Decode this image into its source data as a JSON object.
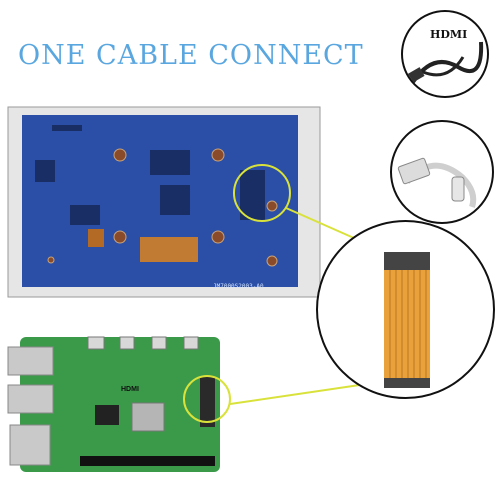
{
  "headline": "ONE CABLE CONNECT",
  "labels": {
    "hdmi": "HDMI",
    "board_serial": "JM7000S2003-A0",
    "pi_port": "HDMI"
  },
  "colors": {
    "headline": "#5aa7e0",
    "display_pcb": "#2b4fa6",
    "pi_pcb": "#3a9a4a",
    "callout_line": "#d9e23a",
    "ribbon": "#e8a13b"
  },
  "icons": [
    "hdmi-cable-icon",
    "usb-c-cable-icon",
    "ribbon-cable-icon"
  ]
}
